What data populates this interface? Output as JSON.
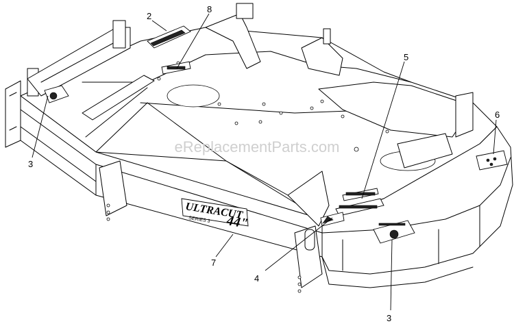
{
  "watermark": "eReplacementParts.com",
  "logo": {
    "brand": "ULTRACUT",
    "series": "SERIES 3",
    "size": "44\""
  },
  "callouts": [
    {
      "id": "c2",
      "number": "2"
    },
    {
      "id": "c8",
      "number": "8"
    },
    {
      "id": "c5",
      "number": "5"
    },
    {
      "id": "c6",
      "number": "6"
    },
    {
      "id": "c3a",
      "number": "3"
    },
    {
      "id": "c7",
      "number": "7"
    },
    {
      "id": "c4",
      "number": "4"
    },
    {
      "id": "c3b",
      "number": "3"
    }
  ]
}
